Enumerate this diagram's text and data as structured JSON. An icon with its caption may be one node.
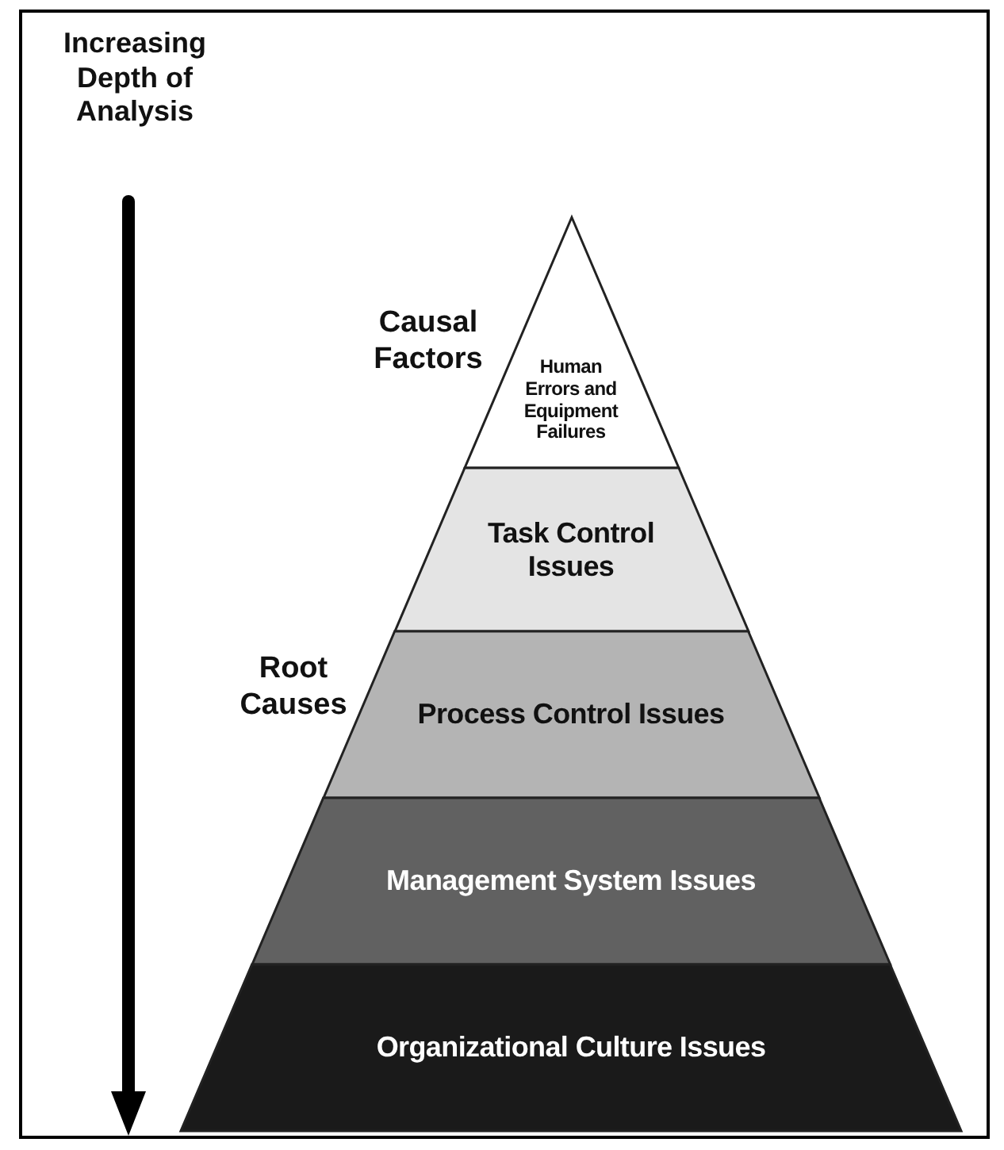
{
  "diagram": {
    "nodes": [
      {
        "text": [
          "Human Errors and Equipment Failures"
        ]
      },
      {
        "text": [
          "Task Control Issues"
        ]
      },
      {
        "text": [
          "Process Control Issues"
        ]
      },
      {
        "text": [
          "Management System Issues"
        ]
      },
      {
        "text": [
          "Organizational Culture Issues"
        ]
      }
    ],
    "edges": [],
    "labels": [
      "Increasing Depth of Analysis",
      "Causal Factors",
      "Root Causes"
    ]
  }
}
